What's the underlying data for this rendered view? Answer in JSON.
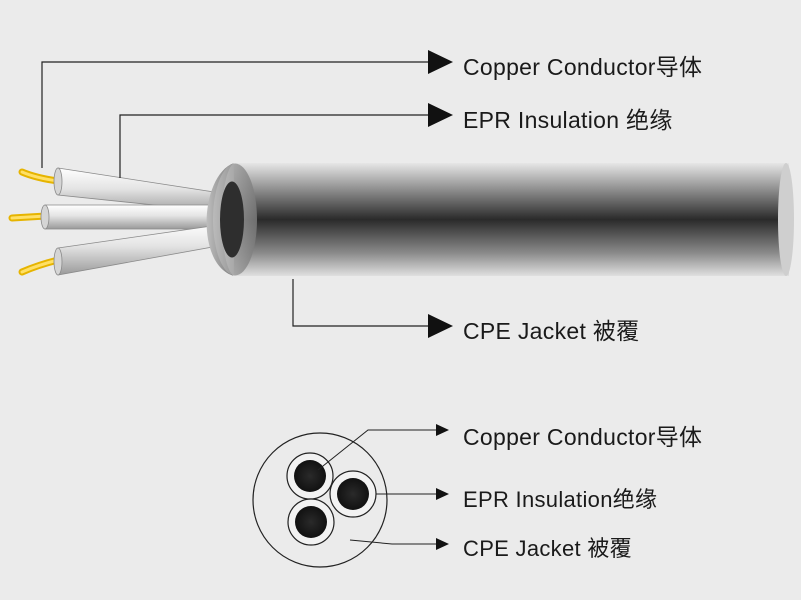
{
  "side_view": {
    "labels": {
      "conductor": "Copper Conductor导体",
      "insulation": "EPR Insulation 绝缘",
      "jacket": "CPE Jacket  被覆"
    }
  },
  "cross_section": {
    "labels": {
      "conductor": "Copper Conductor导体",
      "insulation": "EPR Insulation绝缘",
      "jacket": "CPE Jacket  被覆"
    }
  },
  "colors": {
    "background": "#ebebeb",
    "jacket_dark": "#3a3a3a",
    "insulation_light": "#e2e2e2",
    "conductor_yellow": "#f0c419",
    "line": "#222222"
  }
}
